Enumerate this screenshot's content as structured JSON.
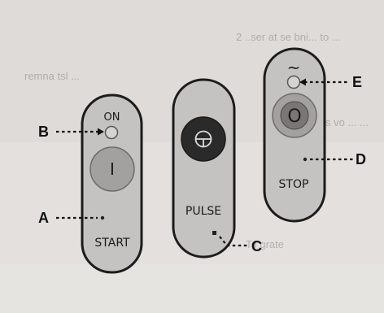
{
  "background_text": {
    "line1": "2 ..ser at se bni... to ...",
    "line2": "remna tsl ...",
    "line3": "s vo ... ...",
    "line4": "To grate"
  },
  "buttons": {
    "start": {
      "top_label": "ON",
      "bottom_label": "START",
      "symbol": "I"
    },
    "pulse": {
      "bottom_label": "PULSE"
    },
    "stop": {
      "top_symbol": "~",
      "bottom_label": "STOP",
      "symbol": "O"
    }
  },
  "callouts": {
    "a": "A",
    "b": "B",
    "c": "C",
    "d": "D",
    "e": "E"
  },
  "colors": {
    "body_fill": "#c5c3c1",
    "body_stroke": "#1c1c1c",
    "start_button": "#a3a0a0",
    "pulse_button": "#2a2a2a",
    "stop_ring": "#a3a0a0",
    "stop_center": "#7a7676",
    "indicator": "#d5d3d1"
  }
}
